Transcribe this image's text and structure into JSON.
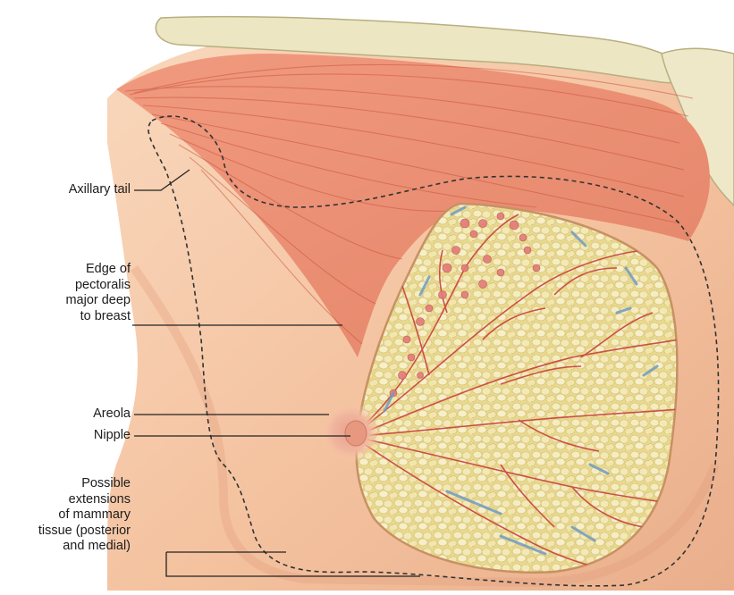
{
  "labels": {
    "axillary_tail": "Axillary tail",
    "pectoralis_edge": [
      "Edge of",
      "pectoralis",
      "major deep",
      "to breast"
    ],
    "areola": "Areola",
    "nipple": "Nipple",
    "extensions": [
      "Possible",
      "extensions",
      "of mammary",
      "tissue (posterior",
      "and medial)"
    ]
  },
  "colors": {
    "skin": "#f6c9a8",
    "skin_shadow": "#e9a987",
    "muscle": "#e9866b",
    "muscle_fiber": "#c9563f",
    "bone": "#ece6c3",
    "fat": "#efe3a6",
    "duct": "#c9403f",
    "vein": "#6f9bc4",
    "leader_line": "#222222"
  }
}
